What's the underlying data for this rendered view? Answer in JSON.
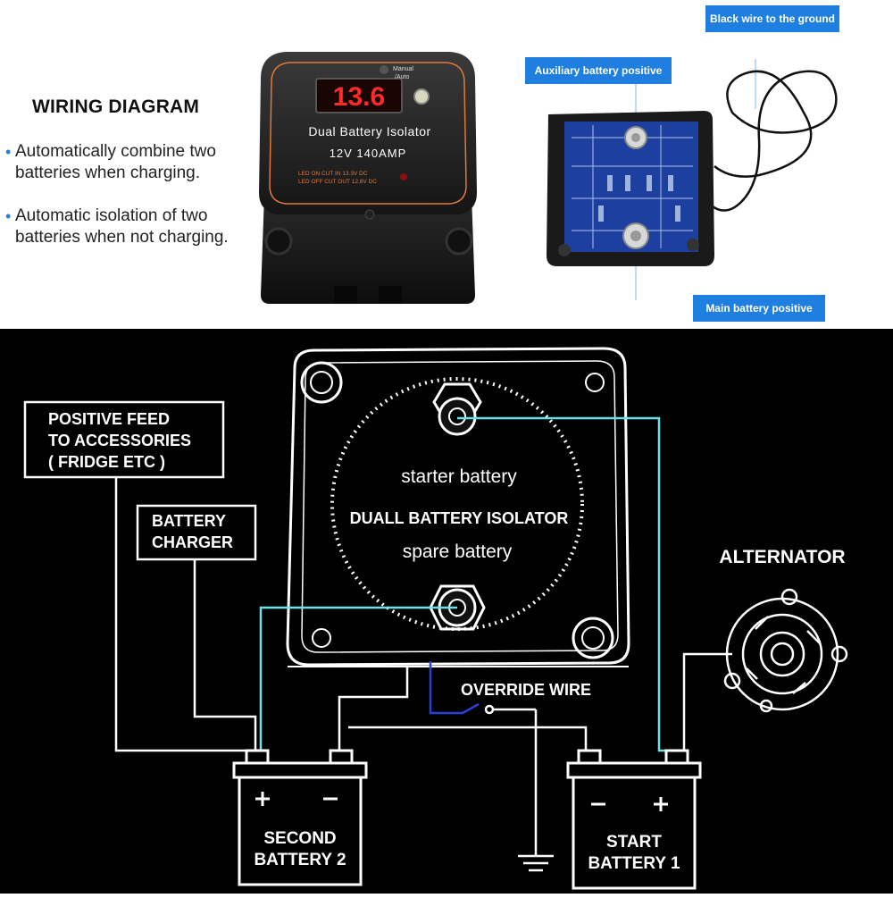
{
  "top_panel": {
    "heading": "WIRING DIAGRAM",
    "bullets": [
      "Automatically combine two batteries when charging.",
      "Automatic isolation of two batteries when not charging."
    ],
    "device": {
      "display_value": "13.6",
      "mode_label_line1": "Manual",
      "mode_label_line2": "/Auto",
      "name": "Dual Battery Isolator",
      "rating": "12V  140AMP",
      "led_on_text": "LED ON CUT IN 13.3V DC",
      "led_off_text": "LED OFF CUT OUT 12.8V DC"
    },
    "callouts": {
      "ground": "Black wire to the ground",
      "aux_positive": "Auxiliary battery positive",
      "main_positive": "Main battery positive"
    }
  },
  "diagram": {
    "feed_line1": "POSITIVE FEED",
    "feed_line2": "TO ACCESSORIES",
    "feed_line3": "( FRIDGE ETC )",
    "charger_line1": "BATTERY",
    "charger_line2": "CHARGER",
    "starter_label": "starter battery",
    "isolator_label": "DUALL BATTERY ISOLATOR",
    "spare_label": "spare battery",
    "alternator_label": "ALTERNATOR",
    "override_label": "OVERRIDE WIRE",
    "second_battery_line1": "SECOND",
    "second_battery_line2": "BATTERY 2",
    "start_battery_line1": "START",
    "start_battery_line2": "BATTERY 1"
  },
  "colors": {
    "accent_blue": "#1e7fe0",
    "wire_cyan": "#6fe0e6",
    "override_wire": "#2b3fd6",
    "display_red": "#ff2a2a",
    "device_orange": "#e07a3a"
  }
}
